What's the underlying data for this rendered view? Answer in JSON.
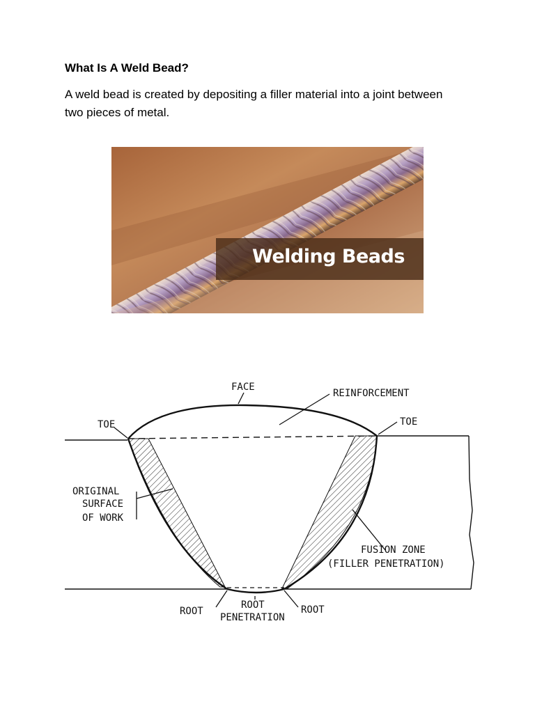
{
  "heading": "What Is A Weld Bead?",
  "paragraph": "A weld bead is created by depositing a filler material into a joint between two pieces of metal.",
  "photo": {
    "banner_text": "Welding Beads"
  },
  "diagram": {
    "labels": {
      "face": "FACE",
      "reinforcement": "REINFORCEMENT",
      "toe_left": "TOE",
      "toe_right": "TOE",
      "original_1": "ORIGINAL",
      "original_2": "SURFACE",
      "original_3": "OF WORK",
      "fusion_1": "FUSION ZONE",
      "fusion_2": "(FILLER PENETRATION)",
      "root_left": "ROOT",
      "root_mid_1": "ROOT",
      "root_mid_2": "PENETRATION",
      "root_right": "ROOT"
    }
  }
}
